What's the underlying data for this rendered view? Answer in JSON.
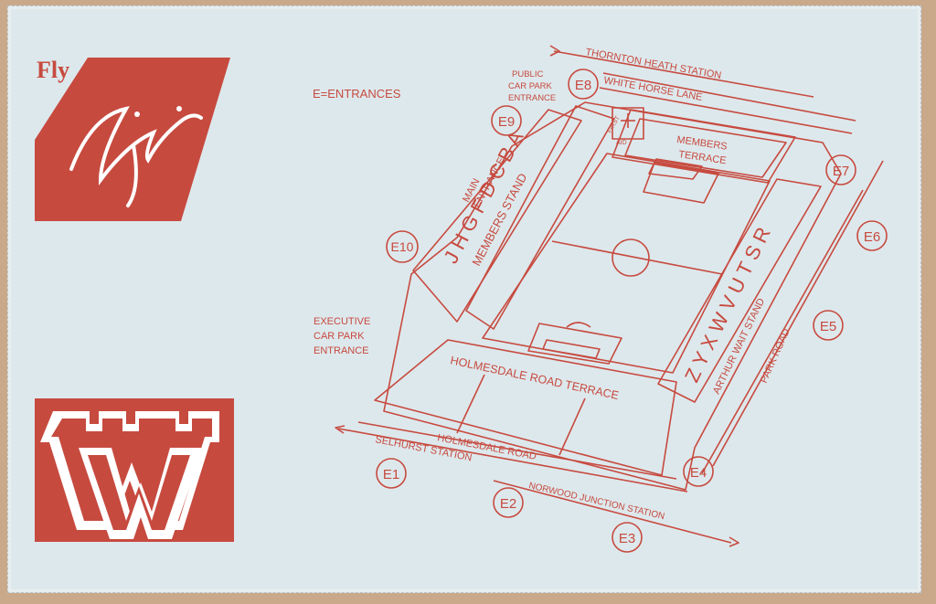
{
  "branding": {
    "fly_text": "Fly",
    "virgin_text": "Virgin"
  },
  "colors": {
    "accent": "#c74a3f",
    "ticket_bg": "#dde8ec"
  },
  "legend": "E=ENTRANCES",
  "map": {
    "labels": {
      "thornton_heath": "THORNTON HEATH STATION",
      "white_horse_lane": "WHITE HORSE LANE",
      "public_car_park": [
        "PUBLIC",
        "CAR PARK",
        "ENTRANCE"
      ],
      "first_aid": [
        "FIRST",
        "AID"
      ],
      "members_terrace": [
        "MEMBERS",
        "TERRACE"
      ],
      "main_entrance": [
        "MAIN",
        "ENTRANCE"
      ],
      "stand_letters_left": "J H G F   D C B A",
      "members_stand": "MEMBERS STAND",
      "stand_letters_right": "Z Y X W V U T S R",
      "arthur_wait": "ARTHUR WAIT STAND",
      "park_road": "PARK ROAD",
      "executive_car_park": [
        "EXECUTIVE",
        "CAR PARK",
        "ENTRANCE"
      ],
      "holmesdale_terrace": "HOLMESDALE ROAD TERRACE",
      "holmesdale_road": "HOLMESDALE ROAD",
      "selhurst": "SELHURST STATION",
      "norwood": "NORWOOD JUNCTION STATION"
    },
    "entrances": [
      "E1",
      "E2",
      "E3",
      "E4",
      "E5",
      "E6",
      "E7",
      "E8",
      "E9",
      "E10"
    ]
  }
}
